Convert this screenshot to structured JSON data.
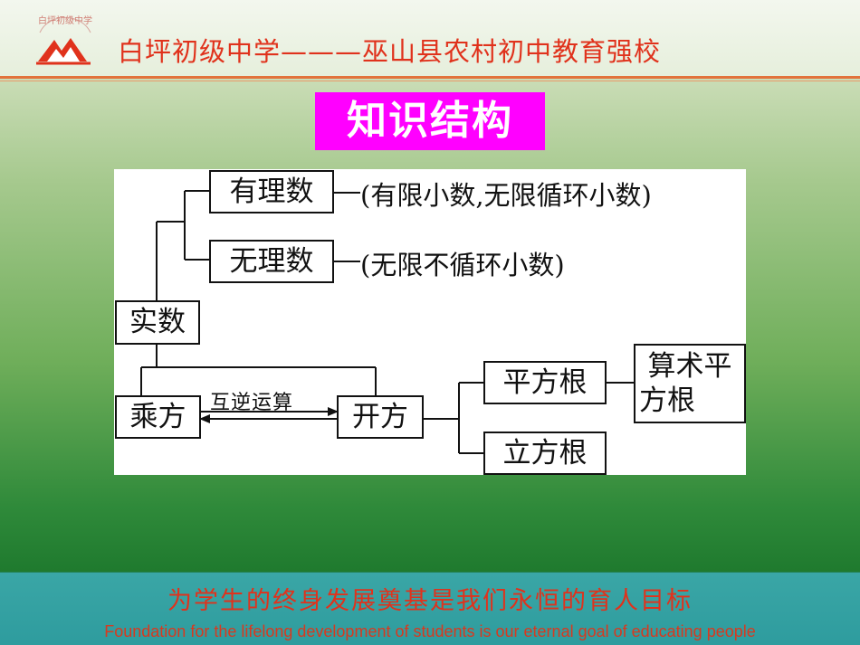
{
  "header": {
    "school_title": "白坪初级中学———巫山县农村初中教育强校",
    "logo_text": "白坪初级中学",
    "accent_color": "#e0321c",
    "rule_color": "#e2733b"
  },
  "section": {
    "title": "知识结构",
    "title_bg": "#ff00ff"
  },
  "diagram": {
    "nodes": {
      "real_numbers": "实数",
      "rational": "有理数",
      "irrational": "无理数",
      "power": "乘方",
      "root": "开方",
      "square_root": "平方根",
      "cube_root": "立方根",
      "arith_square_root_line1": "算术平",
      "arith_square_root_line2": "方根"
    },
    "notes": {
      "rational_note": "(有限小数,无限循环小数)",
      "irrational_note": "(无限不循环小数)"
    },
    "edge_label": "互逆运算"
  },
  "footer": {
    "motto_cn": "为学生的终身发展奠基是我们永恒的育人目标",
    "motto_en": "Foundation for the lifelong development of students is our eternal goal of educating people"
  }
}
